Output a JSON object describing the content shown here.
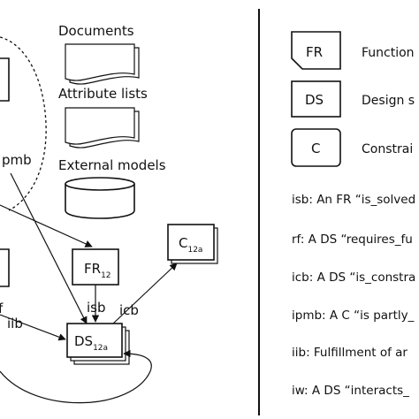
{
  "diagram": {
    "artifacts": {
      "documents": "Documents",
      "attribute_lists": "Attribute lists",
      "external_models": "External models"
    },
    "nodes": {
      "fr": {
        "base": "FR",
        "sub": "12"
      },
      "c": {
        "base": "C",
        "sub": "12a"
      },
      "ds": {
        "base": "DS",
        "sub": "12a"
      }
    },
    "edge_labels": {
      "isb": "isb",
      "icb": "icb",
      "iib": "iib",
      "pmb": "pmb",
      "f_fragment": "f"
    }
  },
  "legend": {
    "symbols": [
      {
        "code": "FR",
        "meaning": "Function"
      },
      {
        "code": "DS",
        "meaning": "Design s"
      },
      {
        "code": "C",
        "meaning": "Constrai"
      }
    ],
    "definitions": [
      "isb: An FR “is_solved",
      "rf: A DS “requires_fu",
      "icb: A DS “is_constra",
      "ipmb: A C “is partly_",
      "iib: Fulfillment of ar",
      "iw: A DS “interacts_"
    ]
  },
  "colors": {
    "ink": "#111111",
    "background": "#ffffff"
  }
}
